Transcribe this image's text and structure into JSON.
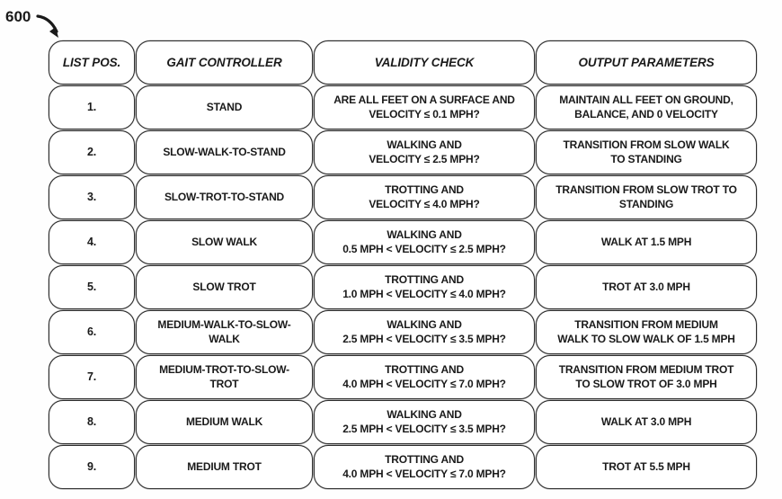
{
  "figure": {
    "reference_label": "600"
  },
  "table": {
    "headers": [
      "LIST POS.",
      "GAIT CONTROLLER",
      "VALIDITY CHECK",
      "OUTPUT PARAMETERS"
    ],
    "rows": [
      {
        "pos": "1.",
        "controller": "STAND",
        "validity": "ARE ALL FEET ON A SURFACE AND\nVELOCITY ≤ 0.1 MPH?",
        "output": "MAINTAIN ALL FEET ON GROUND,\nBALANCE, AND 0 VELOCITY"
      },
      {
        "pos": "2.",
        "controller": "SLOW-WALK-TO-STAND",
        "validity": "WALKING AND\nVELOCITY ≤ 2.5 MPH?",
        "output": "TRANSITION FROM SLOW WALK\nTO STANDING"
      },
      {
        "pos": "3.",
        "controller": "SLOW-TROT-TO-STAND",
        "validity": "TROTTING AND\nVELOCITY ≤ 4.0 MPH?",
        "output": "TRANSITION FROM SLOW TROT TO\nSTANDING"
      },
      {
        "pos": "4.",
        "controller": "SLOW WALK",
        "validity": "WALKING AND\n0.5 MPH < VELOCITY ≤ 2.5 MPH?",
        "output": "WALK AT 1.5 MPH"
      },
      {
        "pos": "5.",
        "controller": "SLOW TROT",
        "validity": "TROTTING AND\n1.0 MPH < VELOCITY ≤ 4.0 MPH?",
        "output": "TROT AT 3.0 MPH"
      },
      {
        "pos": "6.",
        "controller": "MEDIUM-WALK-TO-SLOW-\nWALK",
        "validity": "WALKING AND\n2.5 MPH < VELOCITY ≤ 3.5 MPH?",
        "output": "TRANSITION FROM MEDIUM\nWALK TO SLOW WALK OF 1.5 MPH"
      },
      {
        "pos": "7.",
        "controller": "MEDIUM-TROT-TO-SLOW-\nTROT",
        "validity": "TROTTING AND\n4.0 MPH < VELOCITY ≤ 7.0 MPH?",
        "output": "TRANSITION FROM MEDIUM TROT\nTO SLOW TROT OF 3.0 MPH"
      },
      {
        "pos": "8.",
        "controller": "MEDIUM WALK",
        "validity": "WALKING AND\n2.5 MPH < VELOCITY ≤ 3.5 MPH?",
        "output": "WALK AT 3.0 MPH"
      },
      {
        "pos": "9.",
        "controller": "MEDIUM TROT",
        "validity": "TROTTING AND\n4.0 MPH < VELOCITY ≤ 7.0 MPH?",
        "output": "TROT AT 5.5 MPH"
      }
    ]
  }
}
